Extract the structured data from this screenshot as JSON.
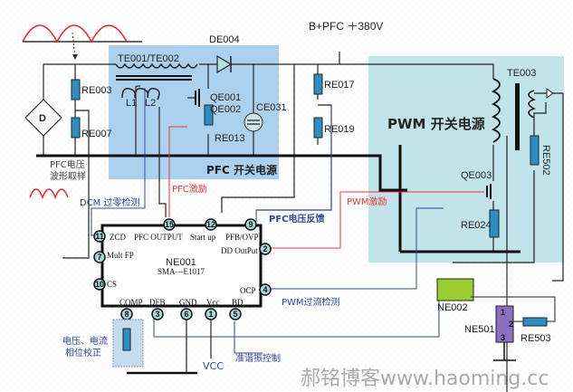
{
  "title_voltage": "B+PFC ＋380V",
  "regions": {
    "pfc": {
      "label": "PFC 开关电源",
      "color": "#9ec9ec"
    },
    "pwm": {
      "label": "PWM 开关电源",
      "color": "#b6dfe6"
    }
  },
  "components": {
    "bridge": "D",
    "transformer1": "TE001/TE002",
    "l1": "L1",
    "l2": "L2",
    "diode": "DE004",
    "qe001": "QE001",
    "qe002": "QE002",
    "capacitor": "CE031",
    "re003": "RE003",
    "re007": "RE007",
    "re013": "RE013",
    "re017": "RE017",
    "re019": "RE019",
    "te003": "TE003",
    "re502": "RE502",
    "qe003": "QE003",
    "re024": "RE024",
    "ne002": "NE002",
    "ne501": "NE501",
    "re503": "RE503"
  },
  "ic": {
    "name": "NE001",
    "part": "SMA—E1017",
    "pins": [
      {
        "num": "11",
        "label": "ZCD"
      },
      {
        "num": "15",
        "label": "PFC OUTPUT"
      },
      {
        "num": "12",
        "label": "Start up"
      },
      {
        "num": "9",
        "label": "PFB/OVP"
      },
      {
        "num": "2",
        "label": "DD OutPut"
      },
      {
        "num": "7",
        "label": "Mult FP"
      },
      {
        "num": "10",
        "label": "CS"
      },
      {
        "num": "4",
        "label": "OCP"
      },
      {
        "num": "8",
        "label": "COMP"
      },
      {
        "num": "3",
        "label": "DFB"
      },
      {
        "num": "6",
        "label": "GND"
      },
      {
        "num": "1",
        "label": "Vcc"
      },
      {
        "num": "5",
        "label": "BD"
      }
    ]
  },
  "ne501_pins": [
    "1",
    "2",
    "3"
  ],
  "annotations": {
    "pfc_sample_1": "PFC电压",
    "pfc_sample_2": "波形取样",
    "dcm": "DCM 过零检测",
    "pfc_drive": "PFC激励",
    "pfc_feedback": "PFC电压反馈",
    "pwm_drive": "PWM激励",
    "pwm_ocp": "PWM过流检测",
    "phase_1": "电压、电流",
    "phase_2": "相位校正",
    "vcc": "VCC",
    "quasi": "准谐振控制",
    "watermark": "郝铭博客www.haoming.cc"
  },
  "colors": {
    "resistor": "#2b8fc6",
    "drive": "#e33",
    "feedback": "#334499",
    "optocoupler": "#9acd32",
    "ne501": "#8a6fc0"
  }
}
